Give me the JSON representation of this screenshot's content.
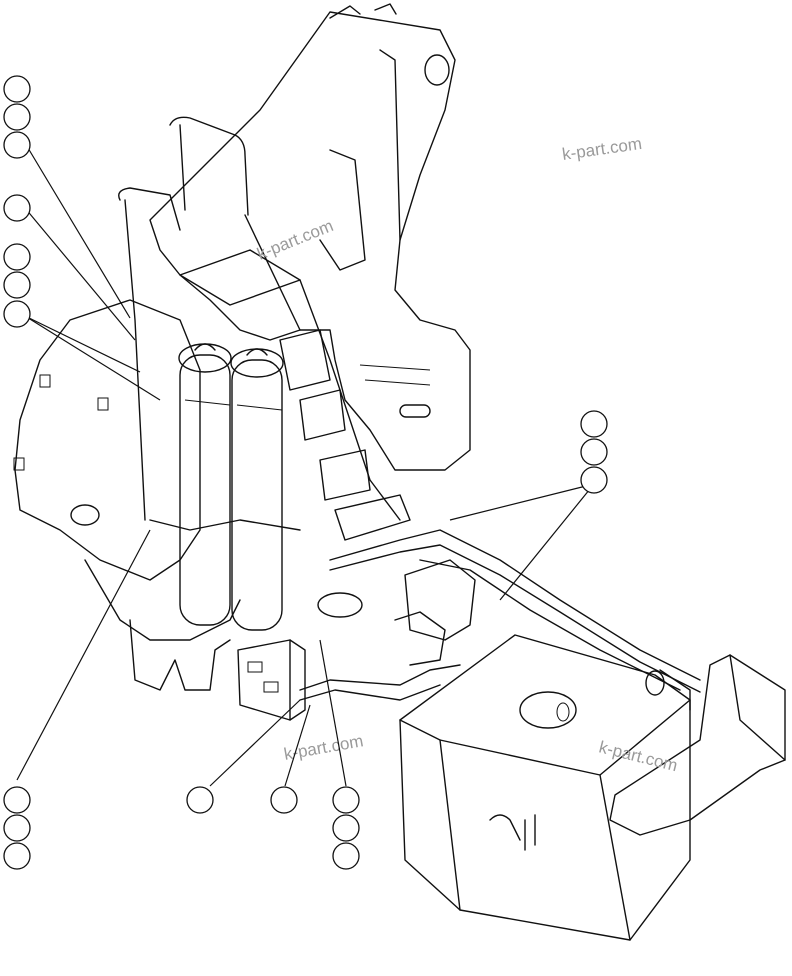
{
  "watermarks": [
    {
      "text": "k-part.com"
    },
    {
      "text": "k-part.com"
    },
    {
      "text": "k-part.com"
    },
    {
      "text": "k-part.com"
    }
  ],
  "colors": {
    "line": "#111111",
    "watermark": "#9a9a9a",
    "background": "#ffffff"
  }
}
